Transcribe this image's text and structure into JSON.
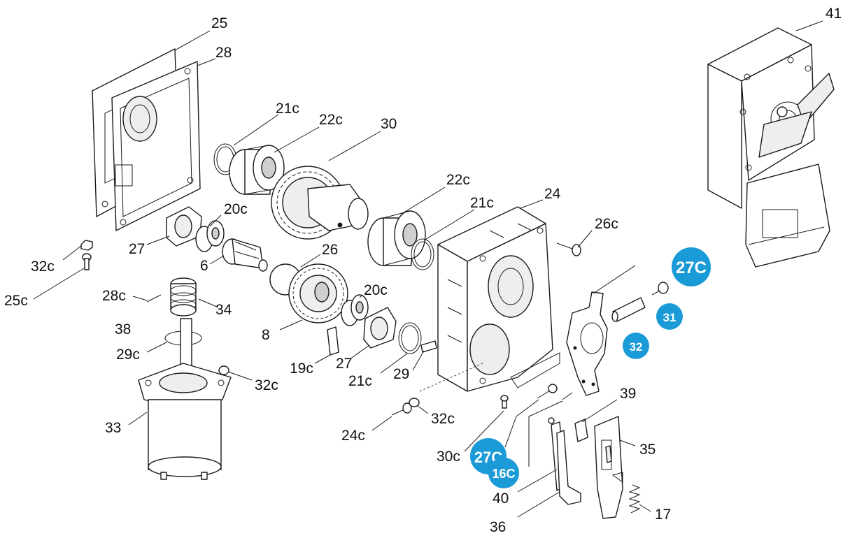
{
  "colors": {
    "line": "#1a1a1a",
    "label_text": "#111111",
    "badge_fill": "#1a9ad6",
    "badge_text": "#ffffff",
    "background": "#ffffff"
  },
  "labels": {
    "l25": "25",
    "l28": "28",
    "l21c_a": "21c",
    "l22c_a": "22c",
    "l30": "30",
    "l41": "41",
    "l22c_b": "22c",
    "l21c_b": "21c",
    "l24": "24",
    "l26c": "26c",
    "l20c_a": "20c",
    "l27_a": "27",
    "l6": "6",
    "l26": "26",
    "l32c_a": "32c",
    "l25c": "25c",
    "l28c": "28c",
    "l34": "34",
    "l38": "38",
    "l29c": "29c",
    "l8": "8",
    "l20c_b": "20c",
    "l19c": "19c",
    "l27_b": "27",
    "l21c_c": "21c",
    "l29": "29",
    "l32c_b": "32c",
    "l33": "33",
    "l24c": "24c",
    "l32c_c": "32c",
    "l30c": "30c",
    "l40": "40",
    "l36": "36",
    "l39": "39",
    "l35": "35",
    "l17": "17"
  },
  "badges": {
    "b27c_top": "27C",
    "b31": "31",
    "b32": "32",
    "b27c_bottom": "27C",
    "b16c": "16C"
  }
}
